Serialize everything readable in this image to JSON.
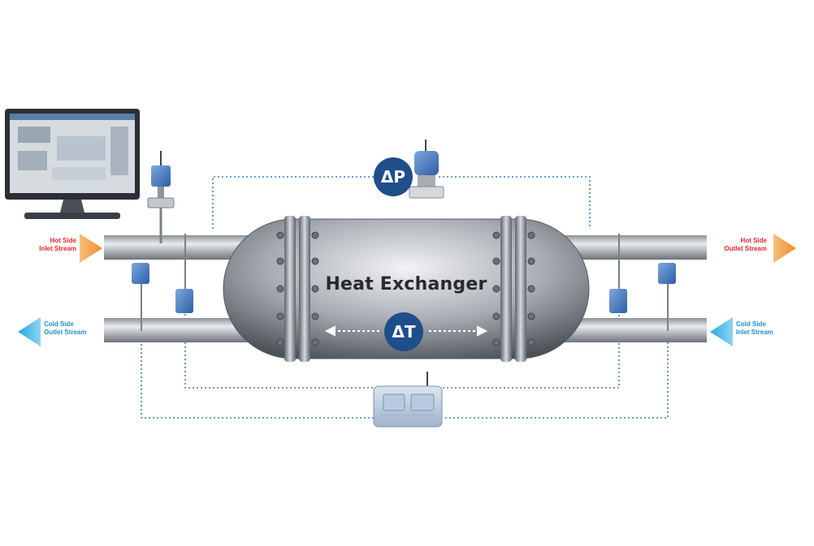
{
  "diagram": {
    "title": "Heat Exchanger",
    "delta_p_label": "ΔP",
    "delta_t_label": "ΔT",
    "streams": {
      "hot_inlet": [
        "Hot Side",
        "Inlet Stream"
      ],
      "hot_outlet": [
        "Hot Side",
        "Outlet Stream"
      ],
      "cold_outlet": [
        "Cold Side",
        "Outlet Stream"
      ],
      "cold_inlet": [
        "Cold Side",
        "Inlet Stream"
      ]
    },
    "colors": {
      "hot": "#e8262a",
      "hot_arrow": "#f08a2c",
      "cold": "#1e8fd0",
      "cold_arrow": "#2aa7e0",
      "badge": "#1f4e8c",
      "wire": "#3b7fc0"
    },
    "icons": [
      "monitor-icon",
      "wireless-transmitter-icon",
      "pressure-transmitter-icon",
      "temperature-sensor-icon",
      "wireless-gateway-icon"
    ]
  }
}
